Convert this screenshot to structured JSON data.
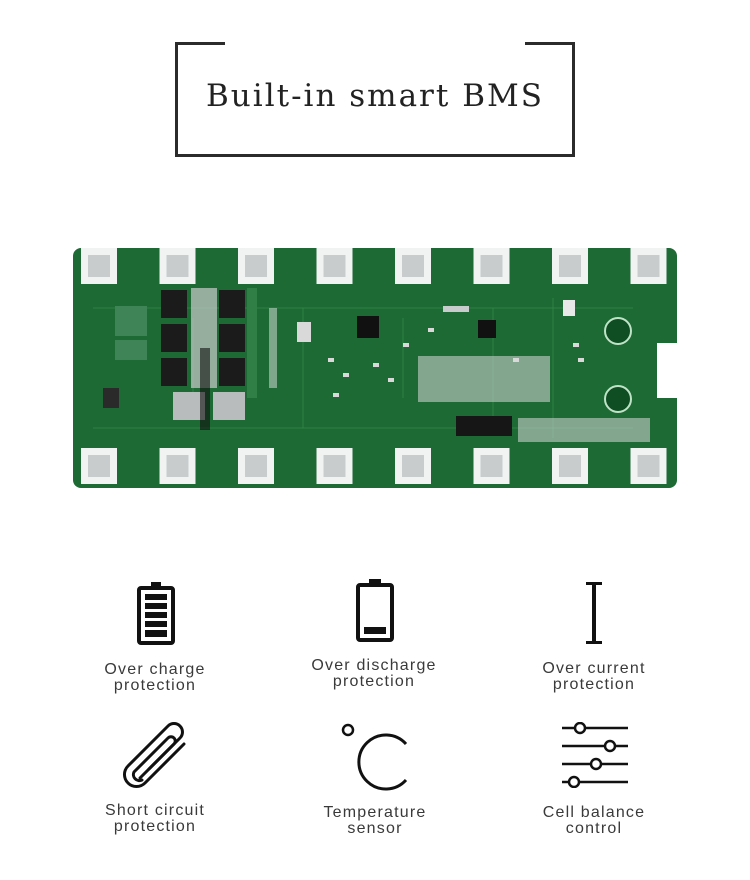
{
  "title": "Built-in smart BMS",
  "image": {
    "subject": "bms-circuit-board",
    "board_color": "#1d6a34",
    "pad_color": "#c9cccc"
  },
  "features": [
    {
      "icon": "full-battery-icon",
      "line1": "Over charge",
      "line2": "protection"
    },
    {
      "icon": "low-battery-icon",
      "line1": "Over discharge",
      "line2": "protection"
    },
    {
      "icon": "current-bar-icon",
      "line1": "Over current",
      "line2": "protection"
    },
    {
      "icon": "paperclip-icon",
      "line1": "Short circuit",
      "line2": "protection"
    },
    {
      "icon": "celsius-icon",
      "line1": "Temperature",
      "line2": "sensor"
    },
    {
      "icon": "sliders-icon",
      "line1": "Cell balance",
      "line2": "control"
    }
  ]
}
